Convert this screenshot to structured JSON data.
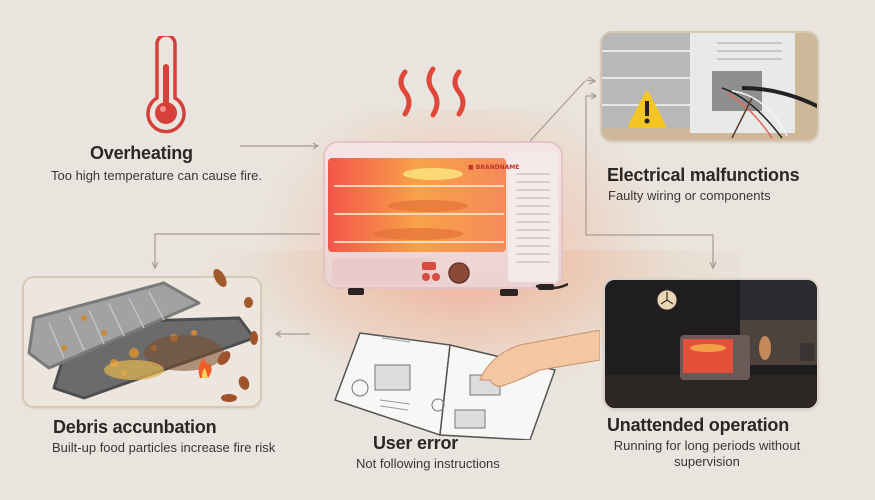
{
  "infographic": {
    "center_item": "toaster-oven",
    "center_brand_label": "brand-logo",
    "causes": [
      {
        "id": "overheating",
        "title": "Overheating",
        "description": "Too high temperature can cause fire.",
        "icon": "thermometer-icon"
      },
      {
        "id": "electrical",
        "title": "Electrical malfunctions",
        "description": "Faulty wiring or components",
        "icon": "warning-icon"
      },
      {
        "id": "debris",
        "title": "Debris accunbation",
        "description": "Built-up food particles increase fire risk",
        "icon": "baking-tray-icon"
      },
      {
        "id": "user-error",
        "title": "User error",
        "description": "Not following instructions",
        "icon": "manual-icon"
      },
      {
        "id": "unattended",
        "title": "Unattended operation",
        "description": "Running for long periods without supervision",
        "icon": "night-kitchen-icon"
      }
    ]
  },
  "colors": {
    "background": "#e9e5de",
    "accent_red": "#d6403a",
    "heat_orange": "#f4a24a",
    "warning_yellow": "#f3c623",
    "card_border": "#d7c7b5",
    "connector": "#9e9690",
    "text_dark": "#2b2725"
  }
}
